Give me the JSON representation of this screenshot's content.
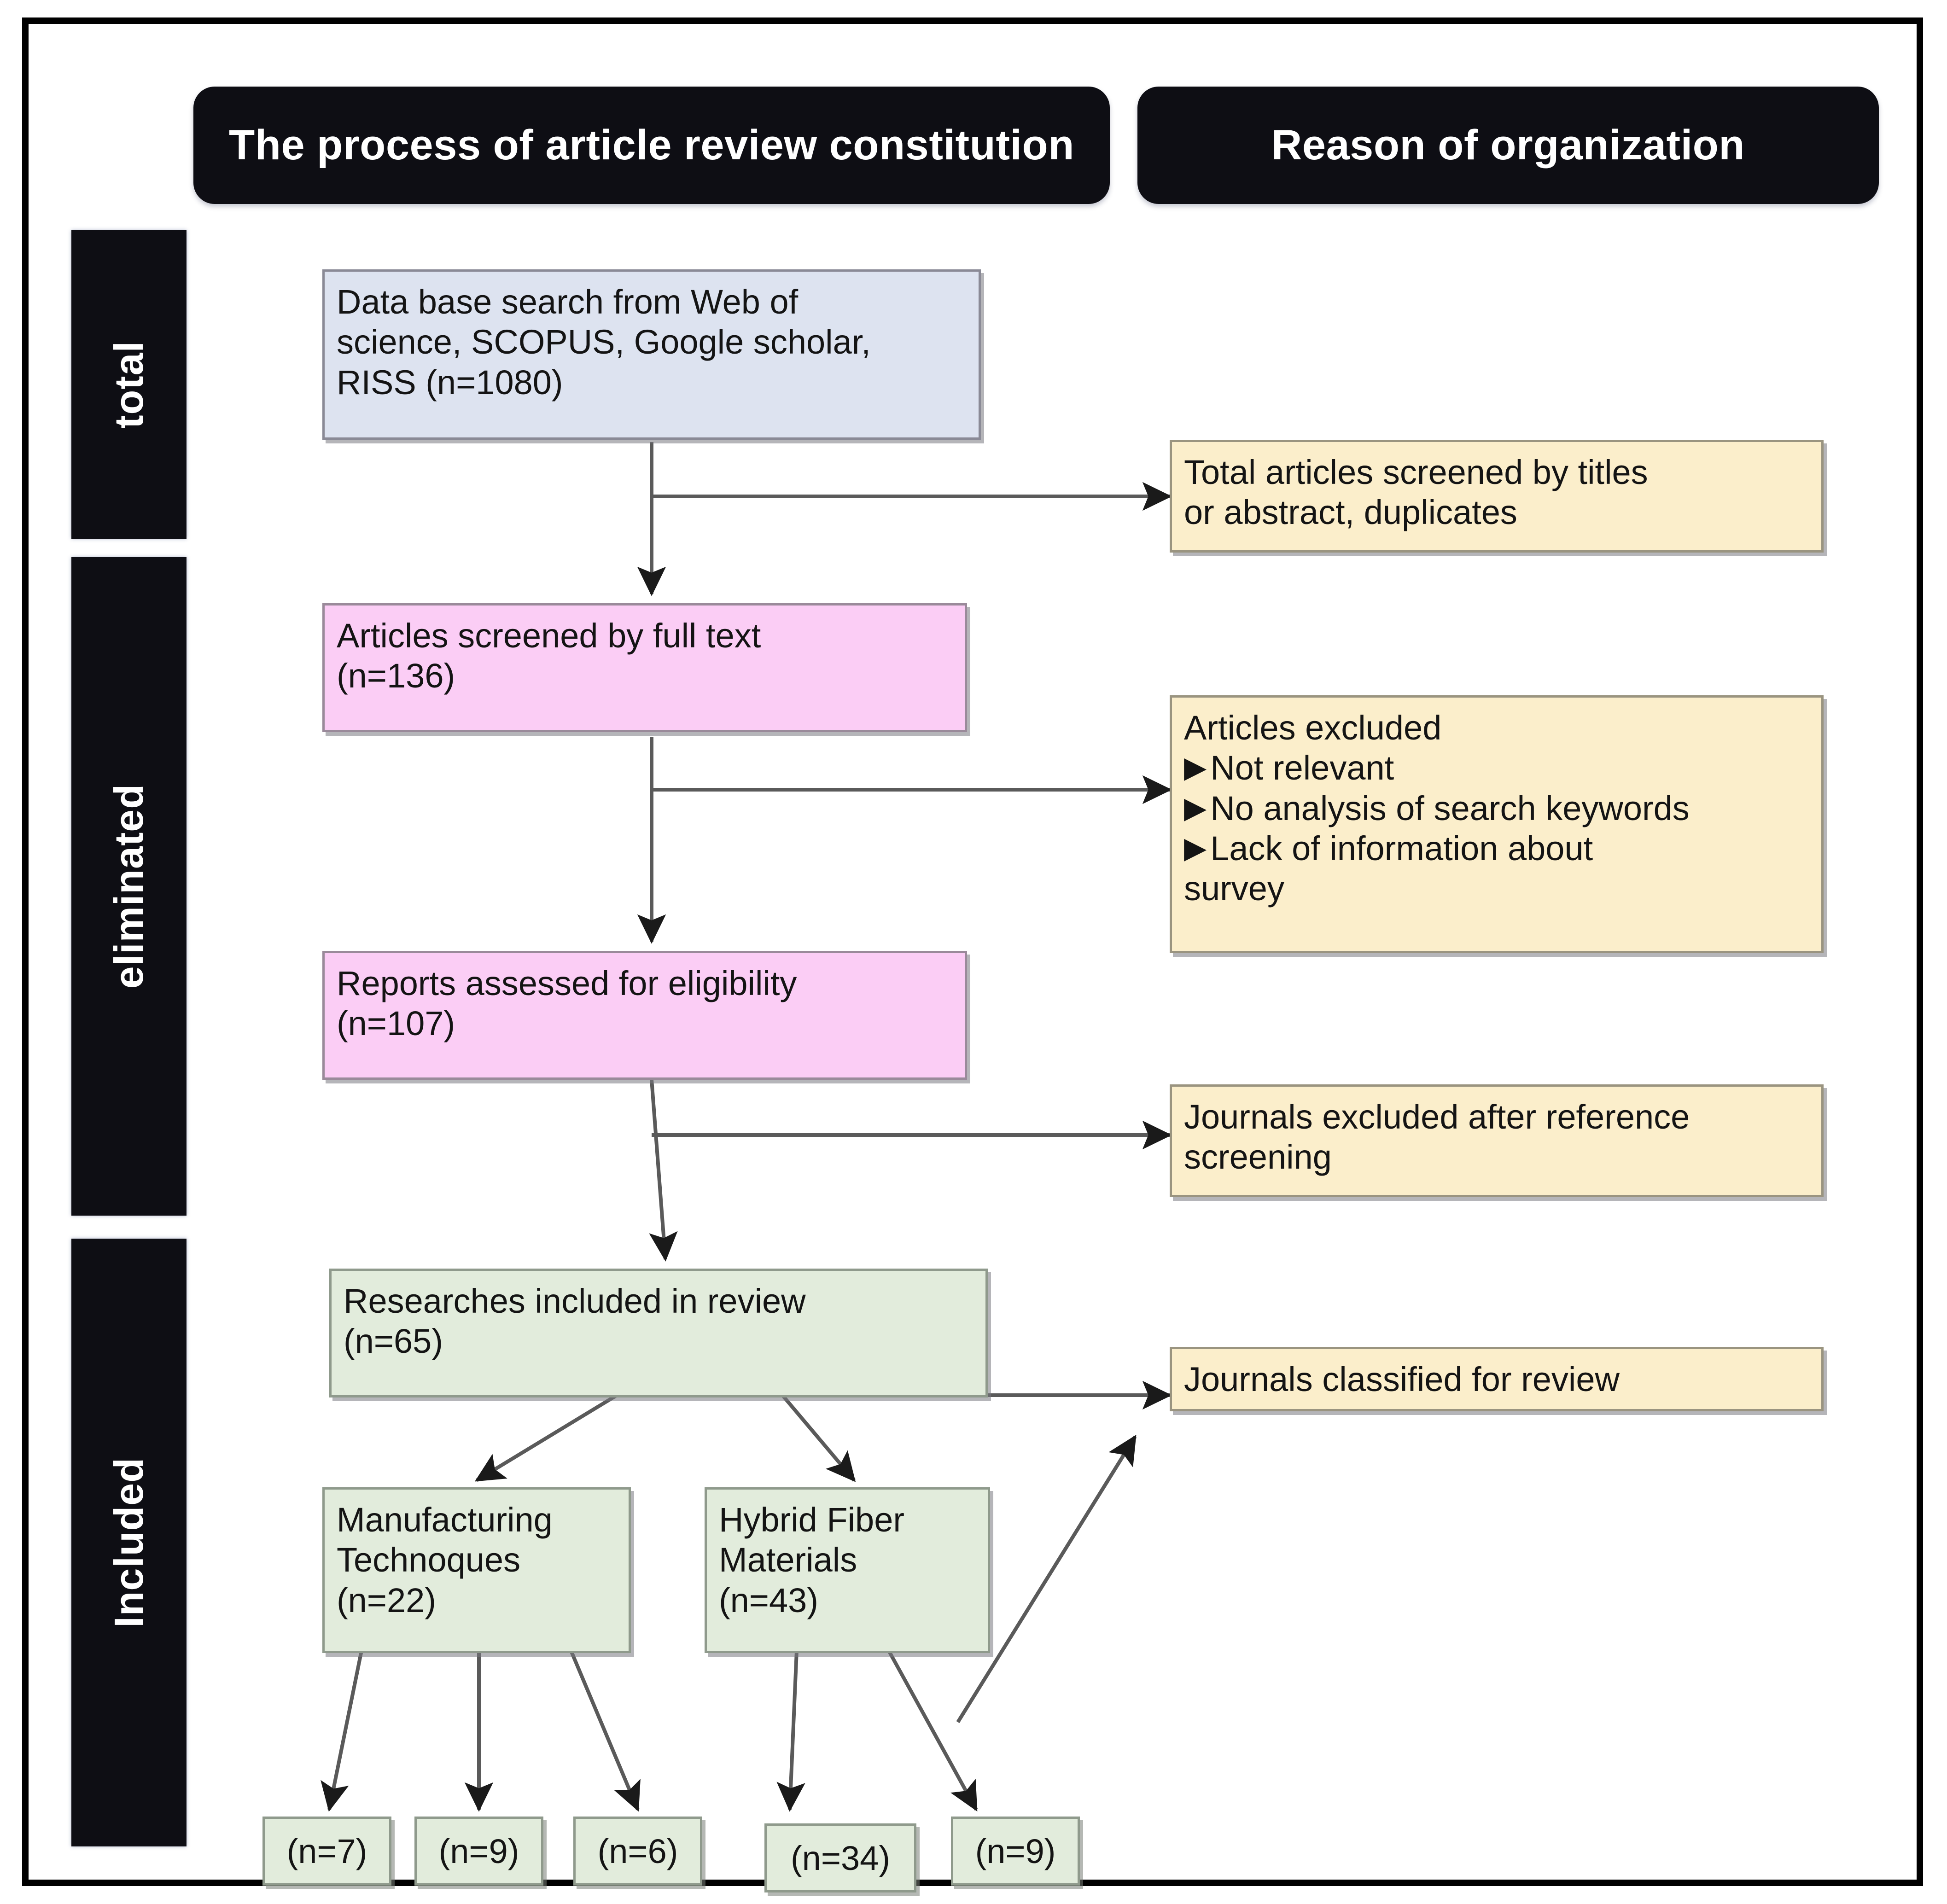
{
  "banners": {
    "process": "The process of article review constitution",
    "reason": "Reason of organization"
  },
  "stages": [
    {
      "key": "total",
      "label": "total"
    },
    {
      "key": "eliminated",
      "label": "eliminated"
    },
    {
      "key": "included",
      "label": "Included"
    }
  ],
  "flow_nodes": {
    "database_search": {
      "line1": "Data base search from Web of",
      "line2": "science, SCOPUS, Google scholar,",
      "line3": "RISS (n=1080)",
      "count": "1080",
      "color": "#dde3f0"
    },
    "screened_full_text": {
      "line1": "Articles screened by full text",
      "line2": "(n=136)",
      "count": "136",
      "color": "#fbcdf5"
    },
    "assessed_eligibility": {
      "line1": "Reports assessed for eligibility",
      "line2": "(n=107)",
      "count": "107",
      "color": "#fbcdf5"
    },
    "included_in_review": {
      "line1": "Researches included in review",
      "line2": "(n=65)",
      "count": "65",
      "color": "#e2ecdc"
    },
    "manufacturing": {
      "line1": "Manufacturing",
      "line2": "Technoques",
      "line3": "(n=22)",
      "count": "22",
      "color": "#e2ecdc"
    },
    "hybrid_fiber": {
      "line1": "Hybrid Fiber",
      "line2": "Materials",
      "line3": "(n=43)",
      "count": "43",
      "color": "#e2ecdc"
    }
  },
  "leaf_nodes": [
    {
      "name": "manufacturing-leaf-1",
      "label": "(n=7)",
      "count": "7"
    },
    {
      "name": "manufacturing-leaf-2",
      "label": "(n=9)",
      "count": "9"
    },
    {
      "name": "manufacturing-leaf-3",
      "label": "(n=6)",
      "count": "6"
    },
    {
      "name": "hybrid-leaf-1",
      "label": "(n=34)",
      "count": "34"
    },
    {
      "name": "hybrid-leaf-2",
      "label": "(n=9)",
      "count": "9"
    }
  ],
  "reason_nodes": {
    "total_screened": {
      "line1": "Total articles screened by titles",
      "line2": "or abstract, duplicates"
    },
    "articles_excluded": {
      "heading": "Articles excluded",
      "bullets": [
        "Not relevant",
        "No analysis of search keywords",
        "Lack of information about"
      ],
      "trailing": "survey",
      "bullet_glyph": "▶"
    },
    "journals_excluded": {
      "line1": "Journals excluded after reference",
      "line2": "screening"
    },
    "journals_classified": {
      "line1": "Journals classified for review"
    }
  },
  "colors": {
    "frame": "#000000",
    "banner_bg": "#0e0e14",
    "banner_text": "#ffffff",
    "blue": "#dde3f0",
    "pink": "#fbcdf5",
    "green": "#e2ecdc",
    "yellow": "#fbeecb",
    "connector": "#5a5a5a",
    "box_border": "#8a8a96"
  }
}
